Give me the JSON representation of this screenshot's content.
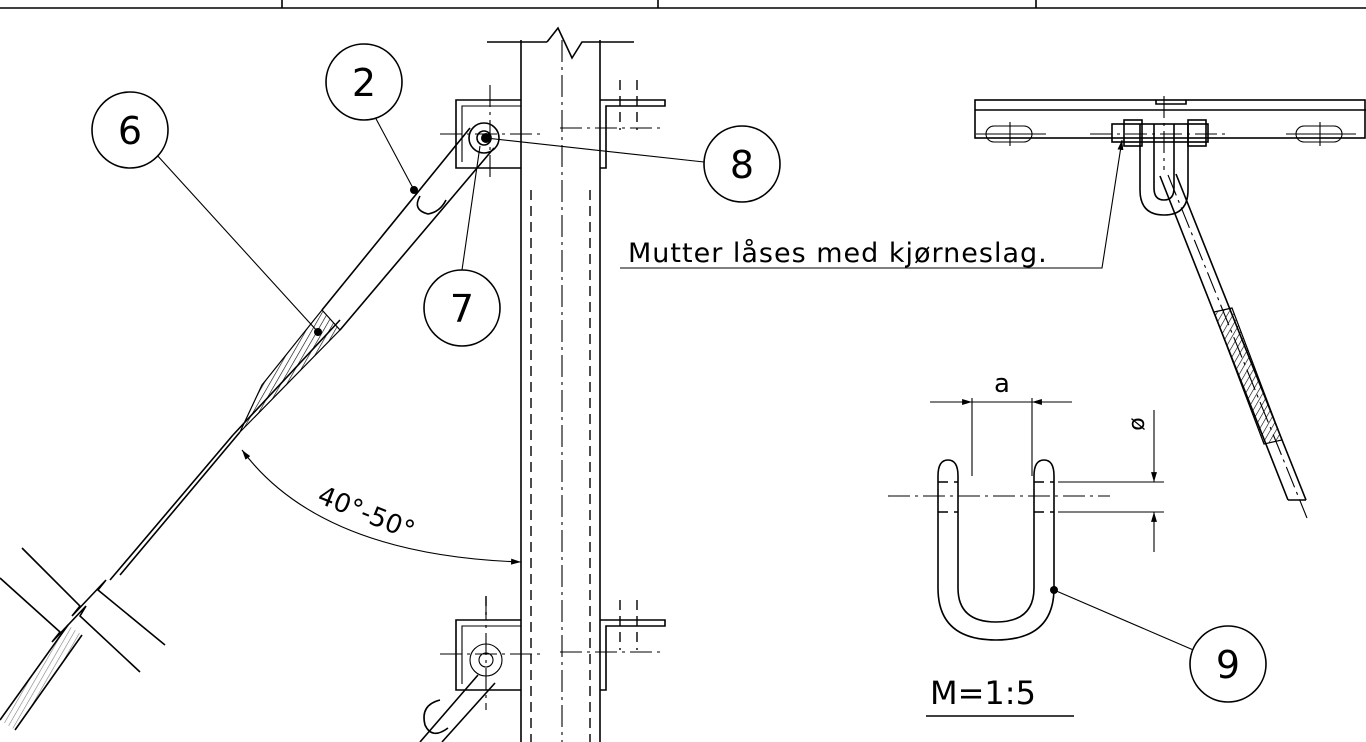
{
  "callouts": {
    "c2": "2",
    "c6": "6",
    "c7": "7",
    "c8": "8",
    "c9": "9"
  },
  "note": "Mutter låses med kjørneslag.",
  "angle_label": "40°-50°",
  "dimensions": {
    "width_label": "a",
    "diameter_label": "ø"
  },
  "scale_label": "M=1:5"
}
